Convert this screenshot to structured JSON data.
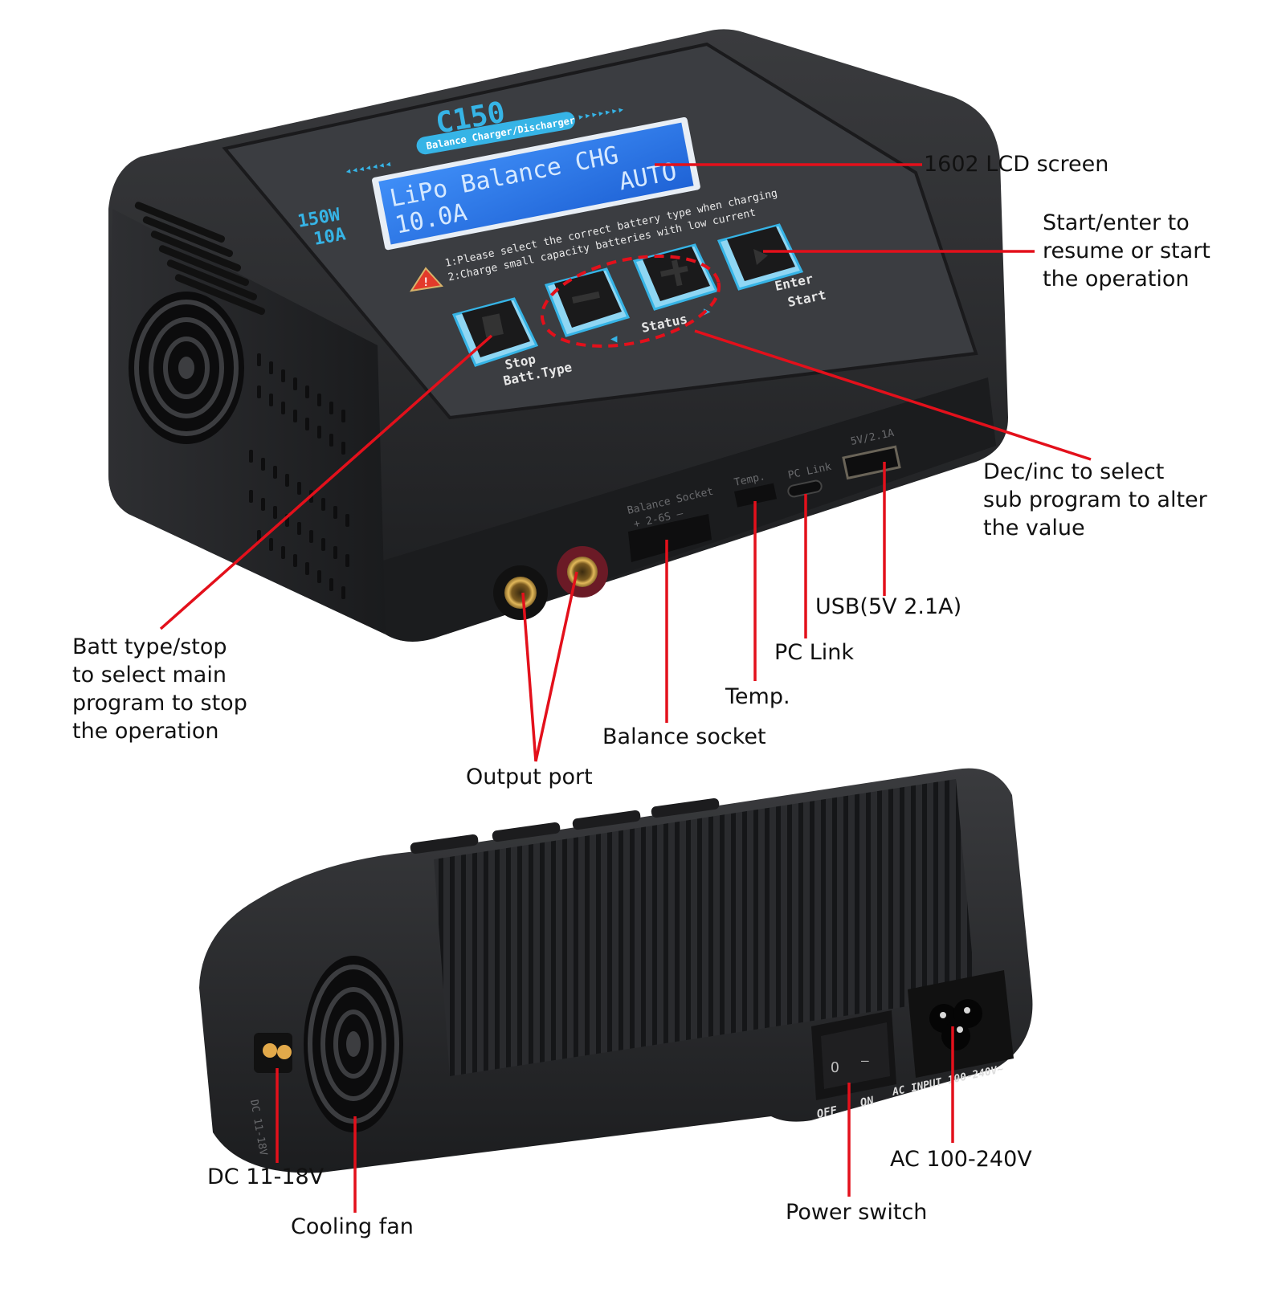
{
  "title": "C150 Balance Charger/Discharger feature diagram",
  "colors": {
    "callout": "#e3101b",
    "lcd": "#2a7df0",
    "lcd_text": "#d6e9ff",
    "accent": "#36b4e6",
    "body": "#2b2c2e",
    "panel": "#3b3d41"
  },
  "device": {
    "model": "C150",
    "subtitle": "Balance Charger/Discharger",
    "power": "150W",
    "current": "10A",
    "lcd_line1": "LiPo Balance CHG",
    "lcd_line2_left": "10.0A",
    "lcd_line2_right": "AUTO",
    "warning_line1": "1:Please select the correct battery type when charging",
    "warning_line2": "2:Charge small capacity batteries with low current",
    "buttons": [
      {
        "label1": "Stop",
        "label2": "Batt.Type",
        "icon": "stop-icon"
      },
      {
        "label1": "",
        "label2": "",
        "icon": "minus-icon",
        "marker": "◀"
      },
      {
        "label1": "Status",
        "label2": "",
        "icon": "plus-icon",
        "marker": "▶"
      },
      {
        "label1": "Enter",
        "label2": "Start",
        "icon": "play-icon"
      }
    ],
    "port_labels": {
      "balance": "Balance  Socket",
      "balance_cells": "+   2-6S   –",
      "temp": "Temp.",
      "pc_link": "PC Link",
      "usb": "5V/2.1A",
      "neg": "–",
      "pos": "+"
    },
    "rear_labels": {
      "off": "OFF",
      "on": "ON",
      "switch_off_glyph": "O",
      "switch_on_glyph": "—",
      "ac_input": "AC INPUT 100-240V~",
      "dc": "DC 11-18V"
    }
  },
  "callouts": [
    {
      "id": "lcd",
      "text": "1602 LCD screen"
    },
    {
      "id": "enter",
      "text": "Start/enter to\nresume or start\nthe operation"
    },
    {
      "id": "decinc",
      "text": "Dec/inc to select\nsub program to alter\nthe value"
    },
    {
      "id": "usb",
      "text": "USB(5V 2.1A)"
    },
    {
      "id": "pclink",
      "text": "PC Link"
    },
    {
      "id": "temp",
      "text": "Temp."
    },
    {
      "id": "balance",
      "text": "Balance socket"
    },
    {
      "id": "output",
      "text": "Output port"
    },
    {
      "id": "batttype",
      "text": "Batt type/stop\nto select main\nprogram to stop\nthe operation"
    },
    {
      "id": "ac",
      "text": "AC 100-240V"
    },
    {
      "id": "power",
      "text": "Power switch"
    },
    {
      "id": "dc",
      "text": "DC 11-18V"
    },
    {
      "id": "fan",
      "text": "Cooling fan"
    }
  ]
}
